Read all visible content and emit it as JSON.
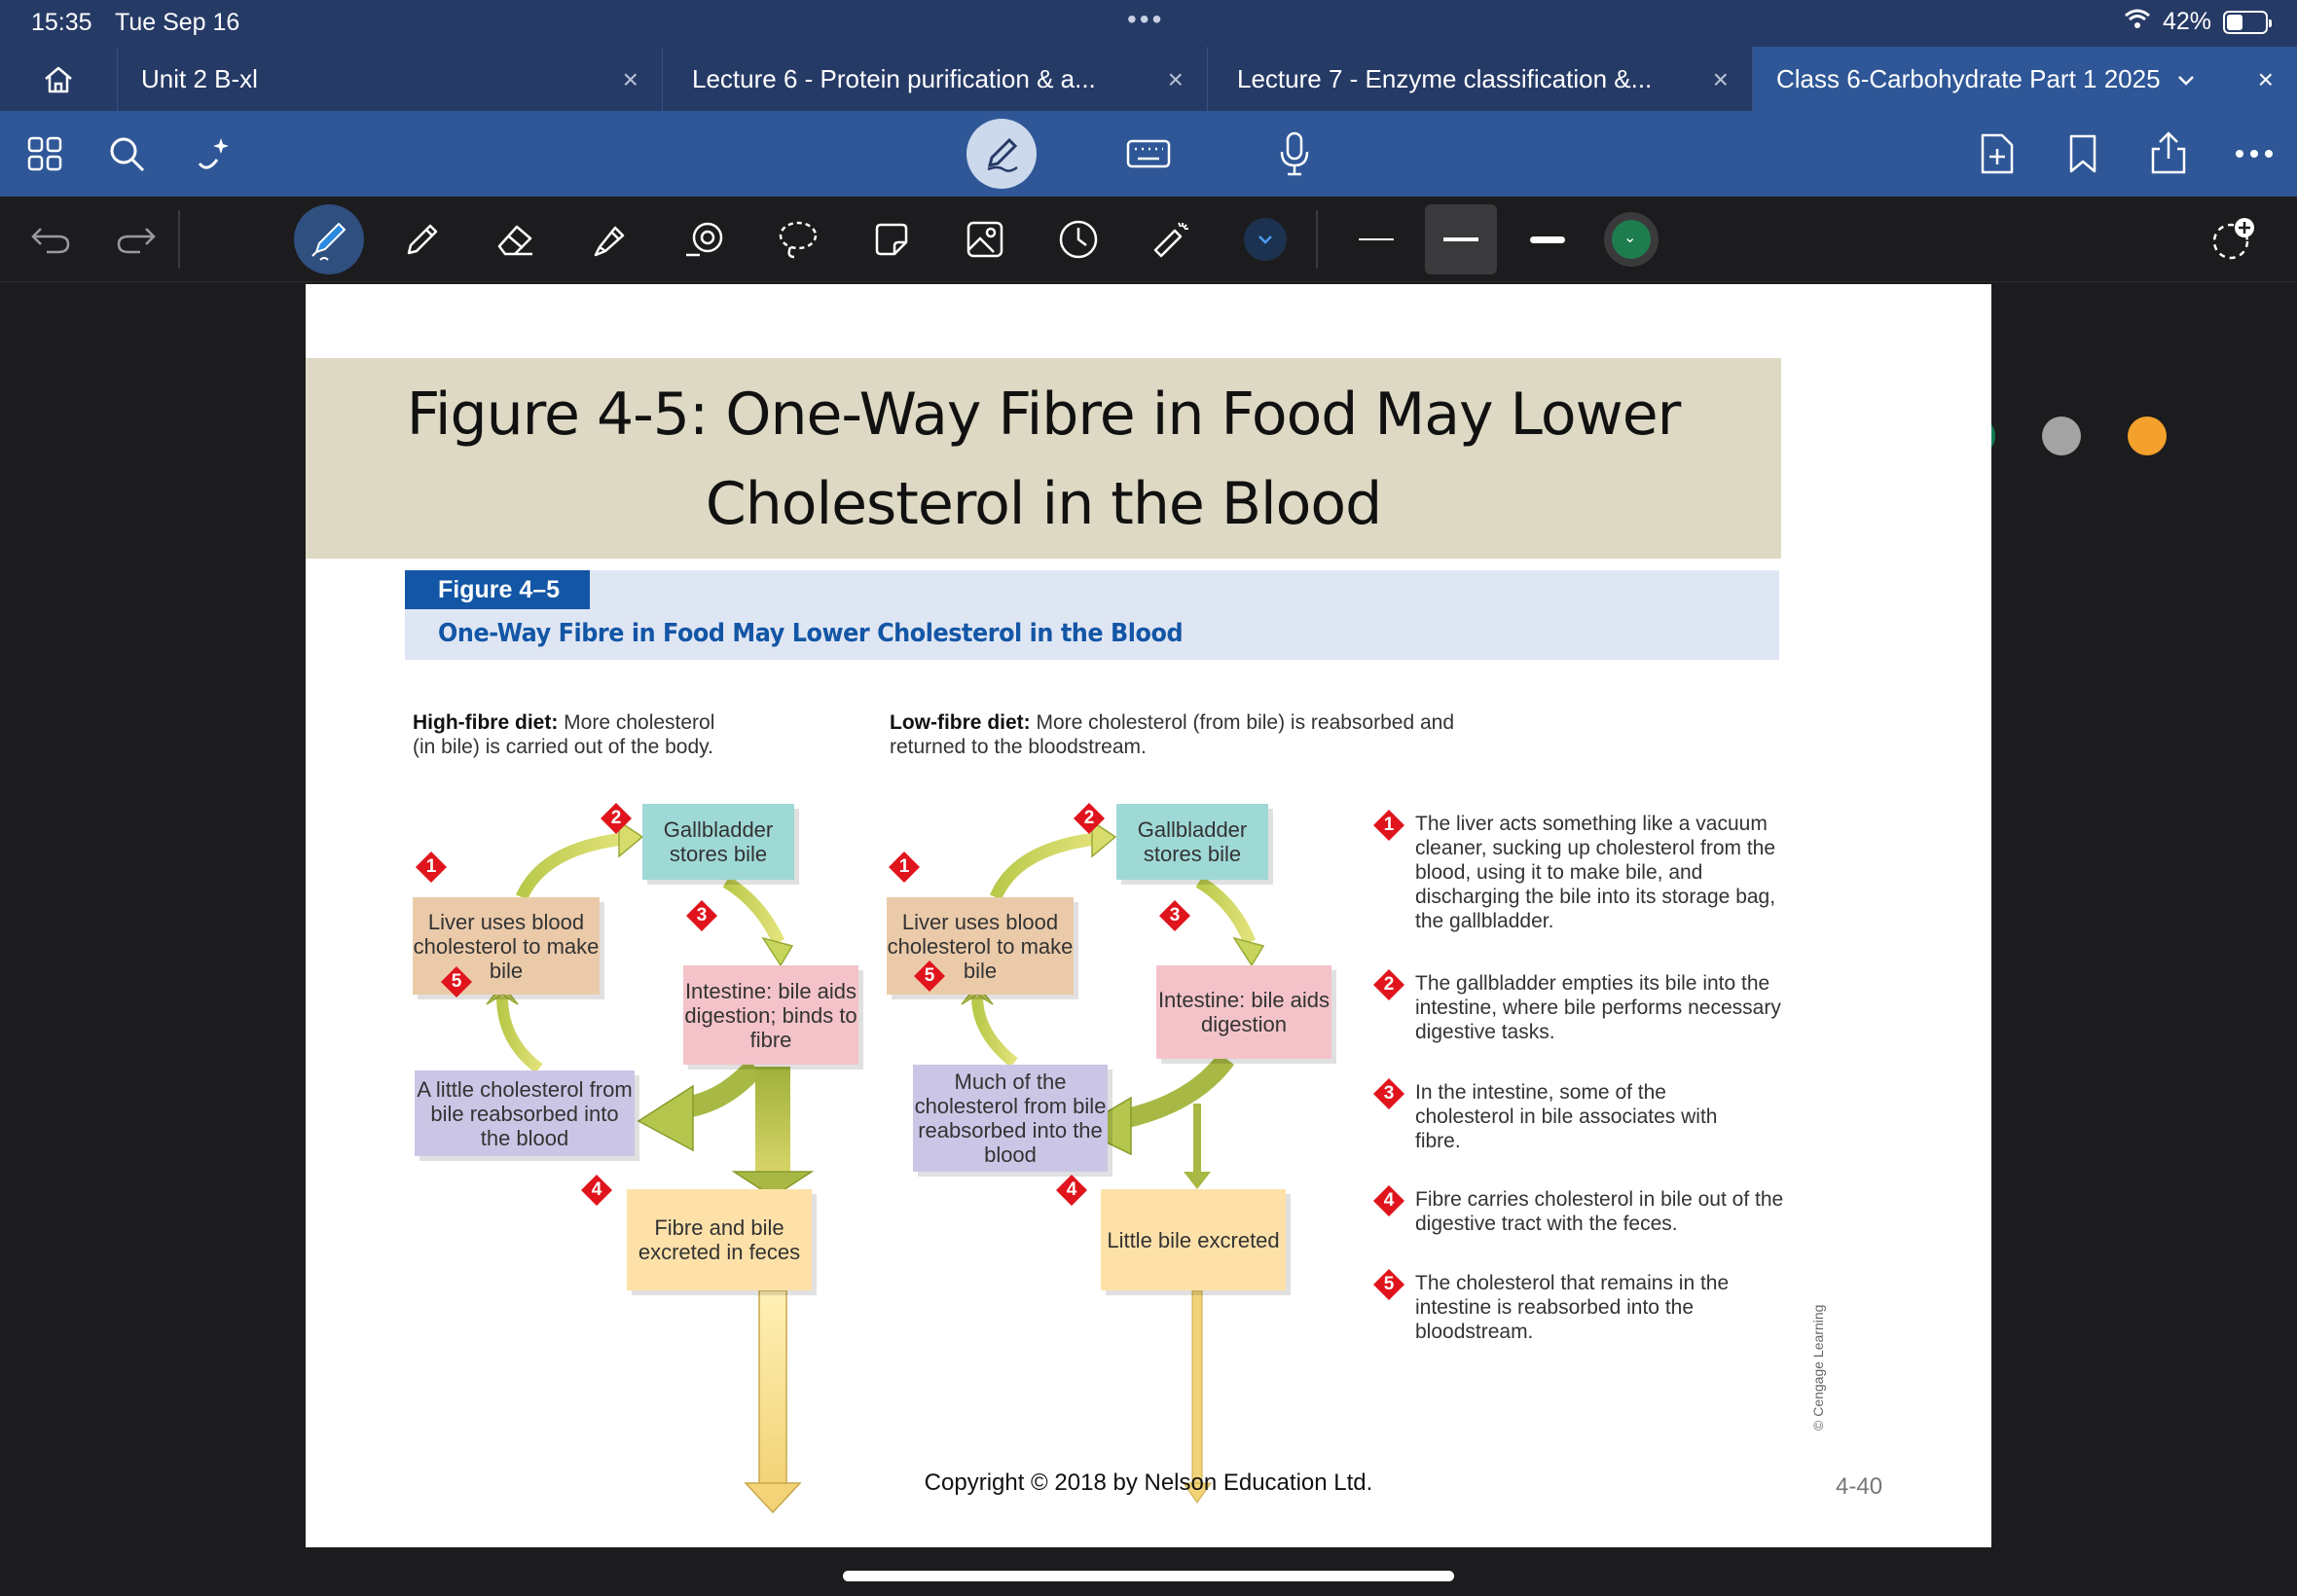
{
  "status": {
    "time": "15:35",
    "date": "Tue Sep 16",
    "battery_pct": "42%",
    "battery_level": 0.42
  },
  "tabs": [
    {
      "label": "Unit 2 B-xl",
      "active": false
    },
    {
      "label": "Lecture 6 - Protein purification & a...",
      "active": false
    },
    {
      "label": "Lecture 7 - Enzyme classification &...",
      "active": false
    },
    {
      "label": "Class 6-Carbohydrate Part 1 2025",
      "active": true
    }
  ],
  "toolbar": {
    "icons": [
      "home-icon",
      "grid-icon",
      "search-icon",
      "ai-sparkle-icon",
      "pen-mode-icon",
      "keyboard-icon",
      "microphone-icon",
      "add-page-icon",
      "bookmark-icon",
      "share-icon",
      "more-icon"
    ],
    "tools": [
      "undo-icon",
      "redo-icon",
      "fountain-pen-icon",
      "pencil-icon",
      "eraser-icon",
      "highlighter-icon",
      "shapes-icon",
      "lasso-icon",
      "sticker-icon",
      "image-icon",
      "timer-icon",
      "laser-pointer-icon",
      "more-tools-chevron-icon"
    ],
    "stroke_sizes": [
      "thin",
      "medium",
      "thick"
    ],
    "selected_stroke": "medium",
    "colors": [
      "#1e7d4e",
      "#e0141c",
      "#6d6d6d",
      "#0c4aa0",
      "#0f7d55",
      "#a3a3a3",
      "#f4a02c"
    ],
    "selected_color": "#1e7d4e"
  },
  "slide": {
    "title": "Figure 4-5: One-Way Fibre in Food May Lower Cholesterol in the Blood",
    "figure_tag": "Figure 4–5",
    "figure_subtitle": "One-Way Fibre in Food May Lower Cholesterol in the Blood",
    "high": {
      "caption_bold": "High-fibre diet:",
      "caption_rest": " More cholesterol (in bile) is carried out of the body.",
      "gallbladder": "Gallbladder stores bile",
      "liver": "Liver uses blood cholesterol to make bile",
      "intestine": "Intestine: bile aids digestion; binds to fibre",
      "reabsorbed": "A little cholesterol from bile reabsorbed into the blood",
      "excreted": "Fibre and bile excreted in feces"
    },
    "low": {
      "caption_bold": "Low-fibre diet:",
      "caption_rest": " More cholesterol (from bile) is reabsorbed and returned to the bloodstream.",
      "gallbladder": "Gallbladder stores bile",
      "liver": "Liver uses blood cholesterol to make bile",
      "intestine": "Intestine: bile aids digestion",
      "reabsorbed": "Much of the cholesterol from bile reabsorbed into the blood",
      "excreted": "Little bile excreted"
    },
    "badges": [
      "1",
      "2",
      "3",
      "4",
      "5"
    ],
    "notes": [
      {
        "n": "1",
        "text": "The liver acts something like a vacuum cleaner, sucking up cholesterol from the blood, using it to make bile, and discharging the bile into its storage bag, the gallbladder."
      },
      {
        "n": "2",
        "text": "The gallbladder empties its bile into the intestine, where bile performs necessary digestive tasks."
      },
      {
        "n": "3",
        "text": "In the intestine, some of the cholesterol in bile associates with fibre."
      },
      {
        "n": "4",
        "text": "Fibre carries cholesterol in bile out of the digestive tract with the feces."
      },
      {
        "n": "5",
        "text": "The cholesterol that remains in the intestine is reabsorbed into the bloodstream."
      }
    ],
    "credit": "© Cengage Learning",
    "copyright": "Copyright © 2018 by Nelson Education Ltd.",
    "page_number": "4-40"
  }
}
